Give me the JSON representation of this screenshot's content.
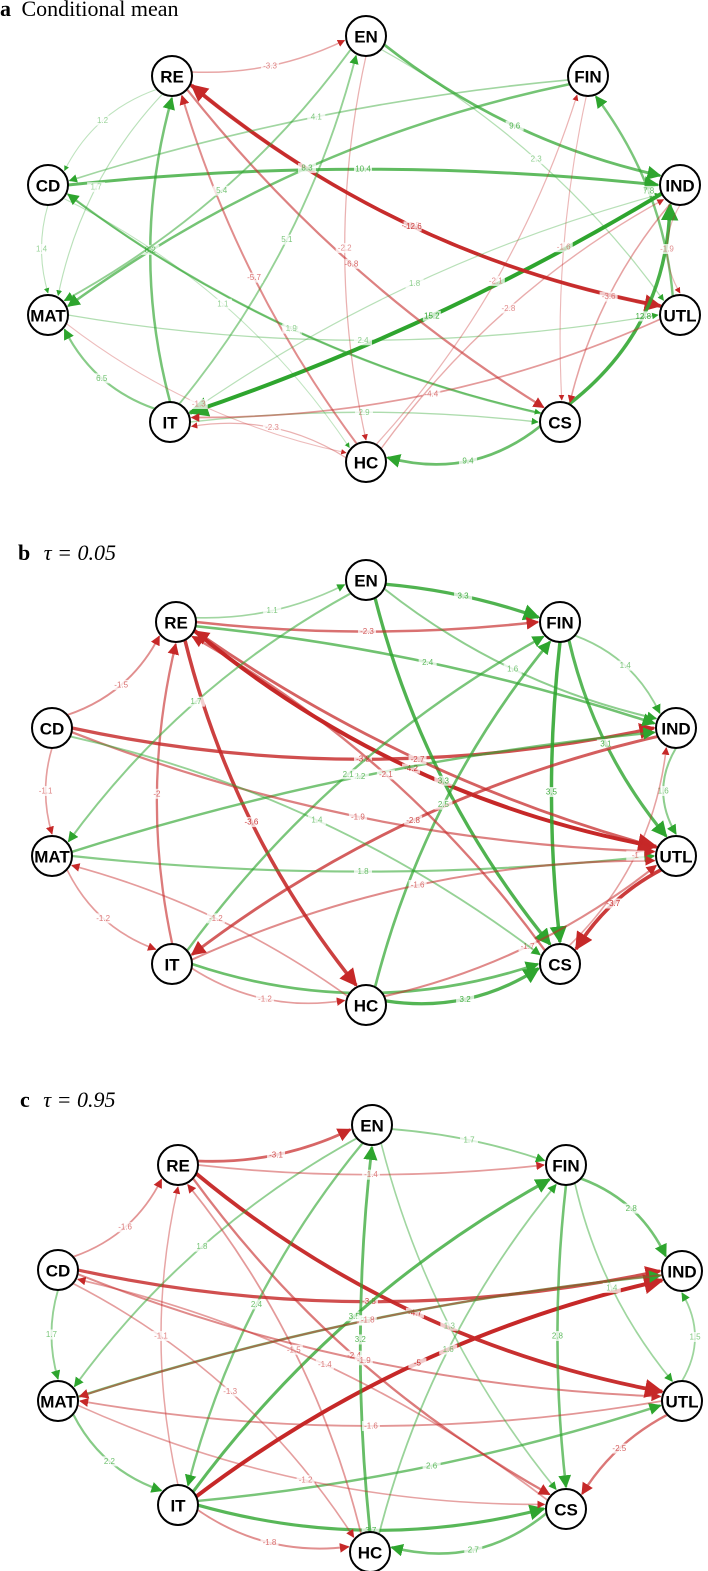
{
  "colors": {
    "positive": "#2ea52e",
    "negative": "#c62828",
    "node_stroke": "#000000",
    "node_fill": "#ffffff"
  },
  "nodes": [
    "EN",
    "FIN",
    "IND",
    "UTL",
    "CS",
    "HC",
    "IT",
    "MAT",
    "CD",
    "RE"
  ],
  "panels": [
    {
      "id": "a",
      "letter": "a",
      "title": "Conditional mean",
      "edges": [
        {
          "from": "IND",
          "to": "IT",
          "value": 15.2,
          "curve": -0.05
        },
        {
          "from": "RE",
          "to": "UTL",
          "value": -12.5,
          "curve": 0.12
        },
        {
          "from": "UTL",
          "to": "RE",
          "value": -12.6,
          "curve": -0.12
        },
        {
          "from": "CS",
          "to": "IND",
          "value": 12.8,
          "curve": 0.2
        },
        {
          "from": "CD",
          "to": "IND",
          "value": 10.4,
          "curve": -0.05
        },
        {
          "from": "CS",
          "to": "HC",
          "value": 9.4,
          "curve": -0.2
        },
        {
          "from": "EN",
          "to": "IND",
          "value": 9.6,
          "curve": 0.1
        },
        {
          "from": "FIN",
          "to": "MAT",
          "value": 8.3,
          "curve": 0.1
        },
        {
          "from": "IT",
          "to": "RE",
          "value": 8.2,
          "curve": -0.12
        },
        {
          "from": "IT",
          "to": "MAT",
          "value": 6.5,
          "curve": -0.15
        },
        {
          "from": "UTL",
          "to": "FIN",
          "value": 7.8,
          "curve": 0.12
        },
        {
          "from": "CS",
          "to": "CD",
          "value": 7.2,
          "curve": -0.1
        },
        {
          "from": "RE",
          "to": "CS",
          "value": -6.8,
          "curve": 0.08
        },
        {
          "from": "IT",
          "to": "EN",
          "value": 5.1,
          "curve": 0.1
        },
        {
          "from": "IT",
          "to": "CS",
          "value": 2.9,
          "curve": -0.05
        },
        {
          "from": "UTL",
          "to": "IT",
          "value": -4.4,
          "curve": -0.1
        },
        {
          "from": "HC",
          "to": "RE",
          "value": -5.7,
          "curve": -0.08
        },
        {
          "from": "EN",
          "to": "MAT",
          "value": 5.4,
          "curve": -0.1
        },
        {
          "from": "FIN",
          "to": "CD",
          "value": 4.1,
          "curve": 0.05
        },
        {
          "from": "IND",
          "to": "CS",
          "value": -3.6,
          "curve": 0.1
        },
        {
          "from": "HC",
          "to": "IND",
          "value": -2.8,
          "curve": -0.1
        },
        {
          "from": "EN",
          "to": "HC",
          "value": -2.2,
          "curve": 0.1
        },
        {
          "from": "HC",
          "to": "IT",
          "value": -2.3,
          "curve": 0.15
        },
        {
          "from": "RE",
          "to": "EN",
          "value": -3.3,
          "curve": 0.1
        },
        {
          "from": "MAT",
          "to": "UTL",
          "value": 2.4,
          "curve": 0.08
        },
        {
          "from": "CD",
          "to": "CS",
          "value": 1.9,
          "curve": 0.1
        },
        {
          "from": "HC",
          "to": "FIN",
          "value": -2.1,
          "curve": 0.1
        },
        {
          "from": "RE",
          "to": "MAT",
          "value": 1.7,
          "curve": 0.12
        },
        {
          "from": "EN",
          "to": "UTL",
          "value": 2.3,
          "curve": -0.1
        },
        {
          "from": "IND",
          "to": "UTL",
          "value": -1.9,
          "curve": 0.2
        },
        {
          "from": "IT",
          "to": "IND",
          "value": 1.8,
          "curve": -0.08
        },
        {
          "from": "CD",
          "to": "MAT",
          "value": 1.4,
          "curve": 0.1
        },
        {
          "from": "FIN",
          "to": "CS",
          "value": -1.6,
          "curve": 0.06
        },
        {
          "from": "RE",
          "to": "CD",
          "value": 1.2,
          "curve": 0.15
        },
        {
          "from": "MAT",
          "to": "HC",
          "value": -1.3,
          "curve": 0.1
        },
        {
          "from": "CD",
          "to": "HC",
          "value": 1.1,
          "curve": -0.12
        }
      ]
    },
    {
      "id": "b",
      "letter": "b",
      "title": "τ = 0.05",
      "edges": [
        {
          "from": "RE",
          "to": "UTL",
          "value": -4.2,
          "curve": 0.12
        },
        {
          "from": "RE",
          "to": "HC",
          "value": -3.6,
          "curve": 0.1
        },
        {
          "from": "CD",
          "to": "IND",
          "value": -3.2,
          "curve": 0.1
        },
        {
          "from": "EN",
          "to": "FIN",
          "value": 3.3,
          "curve": -0.05
        },
        {
          "from": "UTL",
          "to": "CS",
          "value": -3.7,
          "curve": 0.1
        },
        {
          "from": "FIN",
          "to": "CS",
          "value": 3.5,
          "curve": 0.05
        },
        {
          "from": "EN",
          "to": "CS",
          "value": 3.3,
          "curve": 0.1
        },
        {
          "from": "HC",
          "to": "CS",
          "value": 3.2,
          "curve": 0.15
        },
        {
          "from": "RE",
          "to": "IND",
          "value": 2.4,
          "curve": -0.05
        },
        {
          "from": "FIN",
          "to": "UTL",
          "value": 3.1,
          "curve": 0.1
        },
        {
          "from": "IT",
          "to": "CS",
          "value": 2.5,
          "curve": 0.15
        },
        {
          "from": "IND",
          "to": "IT",
          "value": -2.8,
          "curve": 0.1
        },
        {
          "from": "MAT",
          "to": "IND",
          "value": 2.2,
          "curve": -0.05
        },
        {
          "from": "UTL",
          "to": "RE",
          "value": -2.7,
          "curve": -0.08
        },
        {
          "from": "RE",
          "to": "FIN",
          "value": -2.3,
          "curve": 0.05
        },
        {
          "from": "HC",
          "to": "FIN",
          "value": 2.5,
          "curve": -0.1
        },
        {
          "from": "IT",
          "to": "FIN",
          "value": 2.1,
          "curve": -0.1
        },
        {
          "from": "CS",
          "to": "RE",
          "value": -2.1,
          "curve": 0.1
        },
        {
          "from": "MAT",
          "to": "UTL",
          "value": 1.8,
          "curve": 0.05
        },
        {
          "from": "CD",
          "to": "UTL",
          "value": -1.9,
          "curve": 0.08
        },
        {
          "from": "IT",
          "to": "RE",
          "value": -2.0,
          "curve": -0.1
        },
        {
          "from": "HC",
          "to": "UTL",
          "value": -1.7,
          "curve": 0.1
        },
        {
          "from": "CD",
          "to": "CS",
          "value": 1.4,
          "curve": -0.1
        },
        {
          "from": "IT",
          "to": "UTL",
          "value": -1.6,
          "curve": -0.1
        },
        {
          "from": "EN",
          "to": "MAT",
          "value": 1.7,
          "curve": 0.1
        },
        {
          "from": "CD",
          "to": "RE",
          "value": -1.5,
          "curve": 0.15
        },
        {
          "from": "IND",
          "to": "UTL",
          "value": 1.6,
          "curve": 0.2
        },
        {
          "from": "EN",
          "to": "IND",
          "value": 1.6,
          "curve": 0.1
        },
        {
          "from": "IT",
          "to": "HC",
          "value": -1.2,
          "curve": 0.15
        },
        {
          "from": "MAT",
          "to": "IT",
          "value": -1.2,
          "curve": 0.15
        },
        {
          "from": "CD",
          "to": "MAT",
          "value": -1.1,
          "curve": 0.1
        },
        {
          "from": "FIN",
          "to": "IND",
          "value": 1.4,
          "curve": -0.15
        },
        {
          "from": "RE",
          "to": "EN",
          "value": 1.1,
          "curve": 0.1
        },
        {
          "from": "CS",
          "to": "IND",
          "value": -1.0,
          "curve": 0.15
        },
        {
          "from": "HC",
          "to": "MAT",
          "value": -1.2,
          "curve": 0.08
        }
      ]
    },
    {
      "id": "c",
      "letter": "c",
      "title": "τ = 0.95",
      "edges": [
        {
          "from": "RE",
          "to": "UTL",
          "value": -4.7,
          "curve": 0.12
        },
        {
          "from": "IT",
          "to": "IND",
          "value": -5.0,
          "curve": -0.1
        },
        {
          "from": "CD",
          "to": "IND",
          "value": -3.8,
          "curve": 0.1
        },
        {
          "from": "IT",
          "to": "CS",
          "value": 3.7,
          "curve": 0.12
        },
        {
          "from": "IT",
          "to": "FIN",
          "value": 3.5,
          "curve": -0.1
        },
        {
          "from": "HC",
          "to": "EN",
          "value": 3.2,
          "curve": -0.05
        },
        {
          "from": "CS",
          "to": "HC",
          "value": 2.7,
          "curve": -0.2
        },
        {
          "from": "MAT",
          "to": "IND",
          "value": 2.7,
          "curve": -0.05
        },
        {
          "from": "FIN",
          "to": "CS",
          "value": 2.8,
          "curve": 0.05
        },
        {
          "from": "IT",
          "to": "UTL",
          "value": 2.6,
          "curve": 0.05
        },
        {
          "from": "FIN",
          "to": "IND",
          "value": 2.8,
          "curve": -0.15
        },
        {
          "from": "UTL",
          "to": "CS",
          "value": -2.5,
          "curve": 0.1
        },
        {
          "from": "RE",
          "to": "CS",
          "value": -2.4,
          "curve": 0.1
        },
        {
          "from": "MAT",
          "to": "IT",
          "value": 2.2,
          "curve": 0.15
        },
        {
          "from": "RE",
          "to": "EN",
          "value": -3.1,
          "curve": 0.1
        },
        {
          "from": "EN",
          "to": "IT",
          "value": 2.4,
          "curve": 0.1
        },
        {
          "from": "CD",
          "to": "UTL",
          "value": -1.9,
          "curve": 0.08
        },
        {
          "from": "EN",
          "to": "MAT",
          "value": 1.8,
          "curve": 0.1
        },
        {
          "from": "IND",
          "to": "MAT",
          "value": -1.8,
          "curve": 0.05
        },
        {
          "from": "UTL",
          "to": "MAT",
          "value": -1.6,
          "curve": -0.08
        },
        {
          "from": "HC",
          "to": "RE",
          "value": -1.5,
          "curve": 0.1
        },
        {
          "from": "CS",
          "to": "CD",
          "value": -1.4,
          "curve": 0.1
        },
        {
          "from": "IT",
          "to": "HC",
          "value": -1.8,
          "curve": 0.15
        },
        {
          "from": "CD",
          "to": "MAT",
          "value": 1.7,
          "curve": 0.1
        },
        {
          "from": "HC",
          "to": "FIN",
          "value": 1.6,
          "curve": -0.1
        },
        {
          "from": "EN",
          "to": "FIN",
          "value": 1.7,
          "curve": -0.05
        },
        {
          "from": "UTL",
          "to": "IND",
          "value": 1.5,
          "curve": 0.2
        },
        {
          "from": "CD",
          "to": "RE",
          "value": -1.6,
          "curve": 0.15
        },
        {
          "from": "CD",
          "to": "HC",
          "value": -1.3,
          "curve": -0.12
        },
        {
          "from": "MAT",
          "to": "CS",
          "value": -1.2,
          "curve": 0.1
        },
        {
          "from": "EN",
          "to": "CS",
          "value": 1.3,
          "curve": 0.1
        },
        {
          "from": "RE",
          "to": "FIN",
          "value": -1.4,
          "curve": 0.05
        },
        {
          "from": "FIN",
          "to": "UTL",
          "value": 1.4,
          "curve": 0.1
        },
        {
          "from": "IT",
          "to": "RE",
          "value": -1.1,
          "curve": -0.1
        }
      ]
    }
  ]
}
